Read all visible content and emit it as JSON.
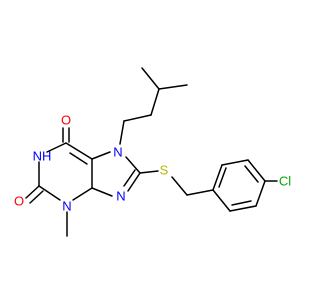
{
  "colors": {
    "background": "#ffffff",
    "bond": "#000000",
    "nitrogen": "#0000ff",
    "oxygen": "#ff0000",
    "sulfur": "#b8b800",
    "chlorine": "#00aa00"
  },
  "atoms": {
    "o_top": {
      "text": "O",
      "element": "oxygen"
    },
    "o_left": {
      "text": "O",
      "element": "oxygen"
    },
    "nh": {
      "text": "NH",
      "element": "nitrogen"
    },
    "n_methyl": {
      "text": "N",
      "element": "nitrogen"
    },
    "n7": {
      "text": "N",
      "element": "nitrogen"
    },
    "n9": {
      "text": "N",
      "element": "nitrogen"
    },
    "sulfur": {
      "text": "S",
      "element": "sulfur"
    },
    "chlorine": {
      "text": "Cl",
      "element": "chlorine"
    }
  }
}
